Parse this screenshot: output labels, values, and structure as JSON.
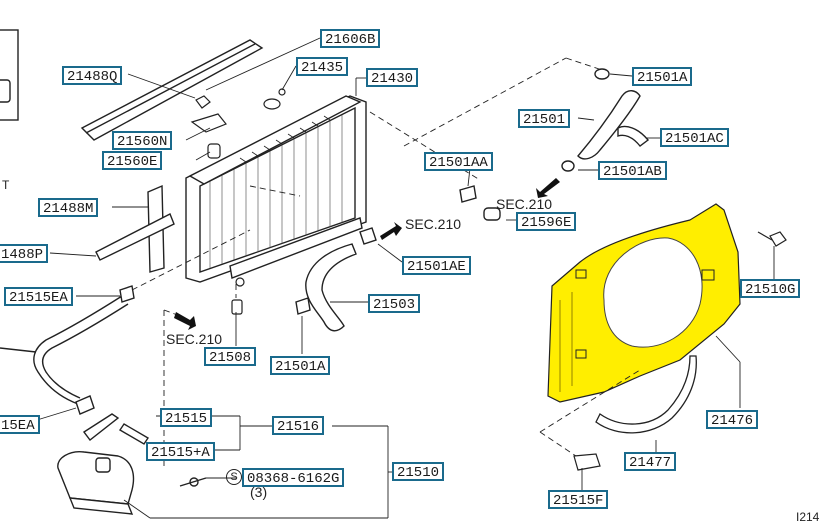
{
  "labels": {
    "p21606b": "21606B",
    "p21488q": "21488Q",
    "p21435": "21435",
    "p21430": "21430",
    "p21501a_top": "21501A",
    "p21501": "21501",
    "p21501ac": "21501AC",
    "p21560n": "21560N",
    "p21560e": "21560E",
    "p21501aa": "21501AA",
    "p21501ab": "21501AB",
    "p21596e": "21596E",
    "p21488m": "21488M",
    "p21488p": "1488P",
    "p21501ae": "21501AE",
    "p21510g": "21510G",
    "p21515ea_top": "21515EA",
    "p21503": "21503",
    "p21508": "21508",
    "p21501a_bot": "21501A",
    "p21515ea_bot": "15EA",
    "p21515": "21515",
    "p21516": "21516",
    "p21515a": "21515+A",
    "p21510": "21510",
    "p08368": "08368-6162G",
    "p21476": "21476",
    "p21477": "21477",
    "p21515f": "21515F"
  },
  "sections": {
    "sec_a": "SEC.210",
    "sec_b": "SEC.210",
    "sec_c": "SEC.210"
  },
  "misc": {
    "qty": "(3)",
    "circle_s": "S",
    "corner_code": "I214",
    "left_edge_t": "T"
  },
  "colors": {
    "label_border": "#1a6a8c",
    "highlight": "#ffee00",
    "line": "#222222"
  }
}
